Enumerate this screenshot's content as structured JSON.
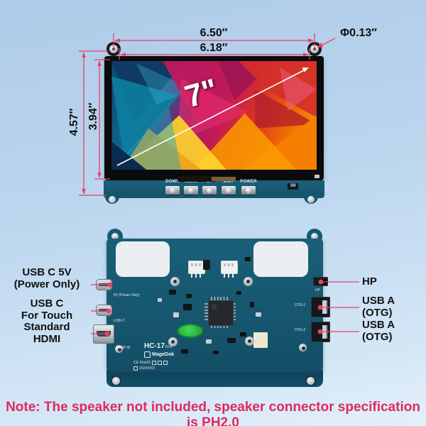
{
  "dimensions": {
    "width_outer": "6.50″",
    "width_inner": "6.18″",
    "hole_diameter": "Φ0.13″",
    "height_outer": "4.57″",
    "height_inner": "3.94″"
  },
  "screen": {
    "size_label": "7\""
  },
  "monitor": {
    "buttons": [
      "DOWN",
      "MENU",
      "UP",
      "EXIT",
      "POWER"
    ],
    "sticker_3m": "3M"
  },
  "pcb": {
    "silkscreen": {
      "model": "HC-17",
      "version": "V2.0",
      "brand": "MageDok",
      "certs": "CE RoHS",
      "date": "20240402",
      "power_port": "5V (Power Only)",
      "touch_port": "USB-C",
      "hdmi_port": "HDMI IN",
      "hp_jack": "HP",
      "otg1": "OTG-1",
      "otg2": "OTG-2"
    }
  },
  "callouts": {
    "left": [
      {
        "line1": "USB C 5V",
        "line2": "(Power Only)"
      },
      {
        "line1": "USB C",
        "line2": "For Touch"
      },
      {
        "line1": "Standard",
        "line2": "HDMI"
      }
    ],
    "right": [
      {
        "line1": "HP",
        "line2": ""
      },
      {
        "line1": "USB A",
        "line2": "(OTG)"
      },
      {
        "line1": "USB A",
        "line2": "(OTG)"
      }
    ]
  },
  "note": "Note: The speaker not included, speaker connector specification is PH2.0",
  "colors": {
    "accent_annotation": "#e8406a",
    "note_text": "#dd2a60",
    "pcb_teal": "#14566e",
    "background_blue": "#bcd6ee"
  }
}
